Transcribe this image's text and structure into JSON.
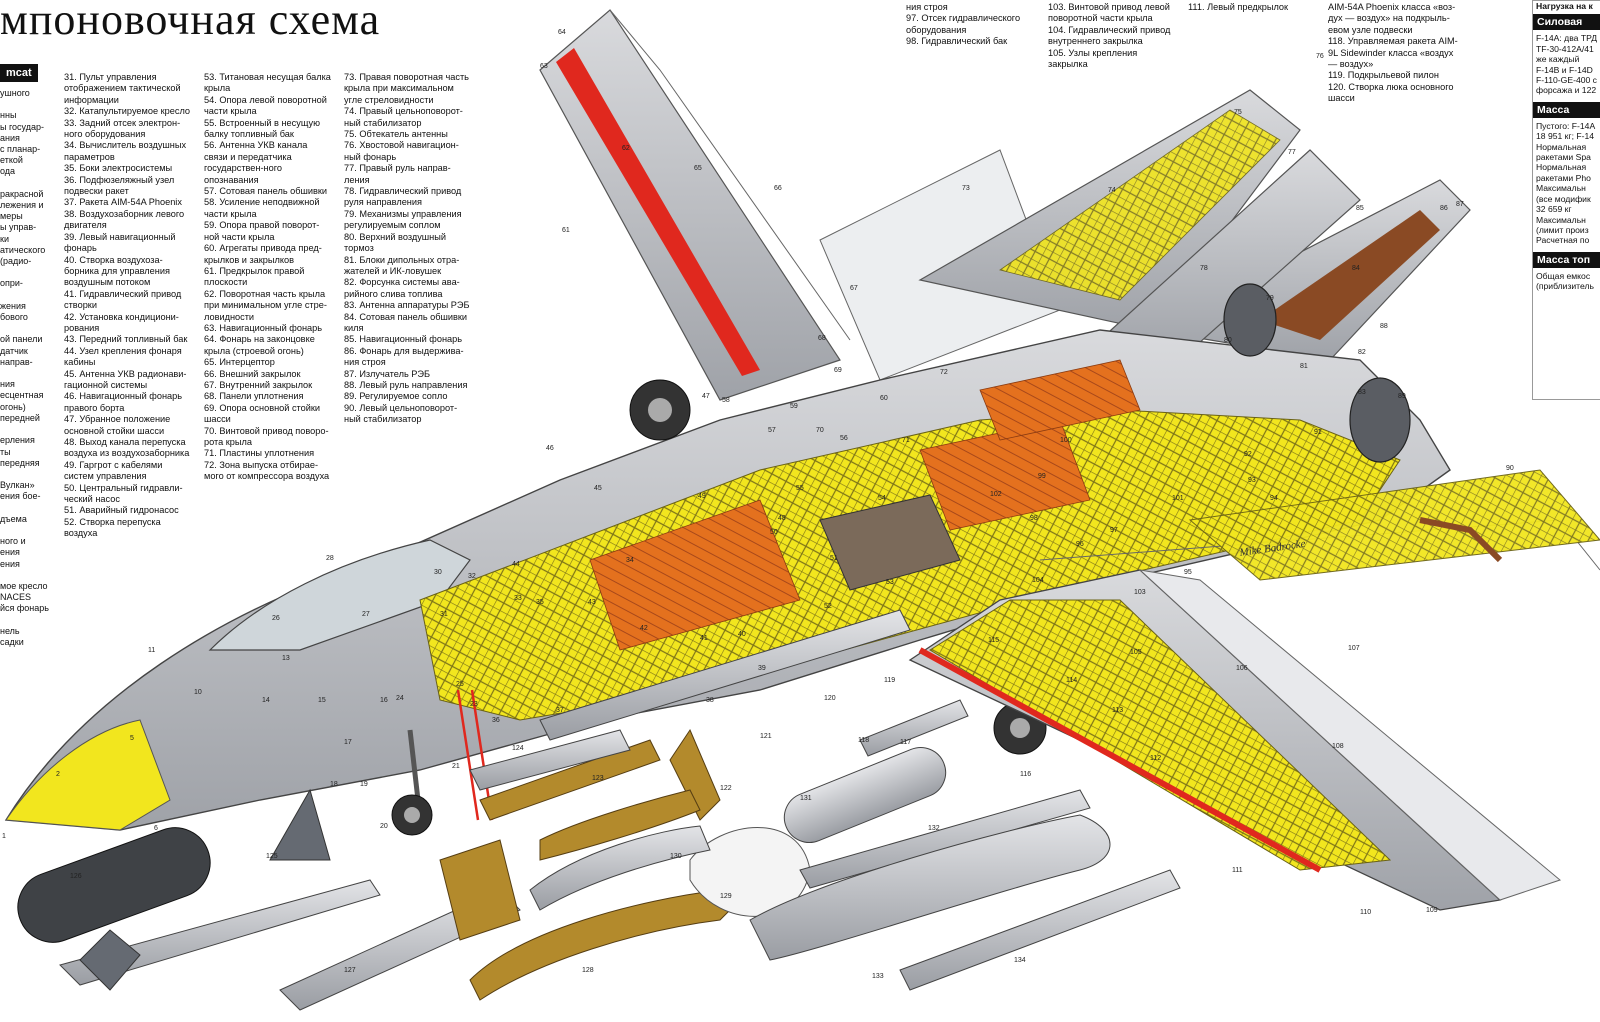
{
  "title": "мпоновочная схема",
  "section_left": "mcat",
  "left_cut_text": [
    "ушного",
    "",
    "нны",
    "ы государ-",
    "ания",
    "с планар-",
    "еткой",
    "ода",
    "",
    "ракрасной",
    "лежения и",
    "меры",
    "ы управ-",
    "ки",
    "атического",
    "(радио-",
    "",
    "опри-",
    "",
    "жения",
    "бового",
    "",
    "ой панели",
    "датчик",
    "направ-",
    "",
    "ния",
    "есцентная",
    "огонь)",
    "передней",
    "",
    "ерления",
    "ты",
    "передняя",
    "",
    "Вулкан»",
    "ения бое-",
    "",
    "дъема",
    "",
    "ного и",
    "ения",
    "ения",
    "",
    "моe кресло",
    "NACES",
    "йся фонарь",
    "",
    "нель",
    "садки"
  ],
  "legend_col_1": [
    "31. Пульт управления отображением тактической информации",
    "32. Катапультируемое кресло",
    "33. Задний отсек электрон-ного оборудования",
    "34. Вычислитель воздушных параметров",
    "35. Боки электросистемы",
    "36. Подфюзеляжный узел подвески ракет",
    "37. Ракета AIM-54A Phoenix",
    "38. Воздухозаборник левого двигателя",
    "39. Левый навигационный фонарь",
    "40. Створка воздухоза-борника для управления воздушным потоком",
    "41. Гидравлический привод створки",
    "42. Установка кондициони-рования",
    "43. Передний топливный бак",
    "44. Узел крепления фонаря кабины",
    "45. Антенна УКВ радионави-гационной системы",
    "46. Навигационный фонарь правого борта",
    "47. Убранное положение основной стойки шасси",
    "48. Выход канала перепуска воздуха из воздухозаборника",
    "49. Гаргрот с кабелями систем управления",
    "50. Центральный гидравли-ческий насос",
    "51. Аварийный гидронасос",
    "52. Створка перепуска воздуха"
  ],
  "legend_col_2": [
    "53. Титановая несущая балка крыла",
    "54. Опора левой поворотной части крыла",
    "55. Встроенный в несущую балку топливный бак",
    "56. Антенна УКВ канала связи и передатчика государствен-ного опознавания",
    "57. Сотовая панель обшивки",
    "58. Усиление неподвижной части крыла",
    "59. Опора правой поворот-ной части крыла",
    "60. Агрегаты привода пред-крылков и закрылков",
    "61. Предкрылок правой плоскости",
    "62. Поворотная часть крыла при минимальном угле стре-ловидности",
    "63. Навигационный фонарь",
    "64. Фонарь на законцовке крыла (строевой огонь)",
    "65. Интерцептор",
    "66. Внешний закрылок",
    "67. Внутренний закрылок",
    "68. Панели уплотнения",
    "69. Опора основной стойки шасси",
    "70. Винтовой привод поворо-рота крыла",
    "71. Пластины уплотнения",
    "72. Зона выпуска отбирае-мого от компрессора воздуха"
  ],
  "legend_col_3": [
    "73. Правая поворотная часть крыла при максимальном угле стреловидности",
    "74. Правый цельноповорот-ный стабилизатор",
    "75. Обтекатель антенны",
    "76. Хвостовой навигацион-ный фонарь",
    "77. Правый руль направ-ления",
    "78. Гидравлический привод руля направления",
    "79. Механизмы управления регулируемым соплом",
    "80. Верхний воздушный тормоз",
    "81. Блоки дипольных отра-жателей и ИК-ловушек",
    "82. Форсунка системы ава-рийного слива топлива",
    "83. Антенна аппаратуры РЭБ",
    "84. Сотовая панель обшивки киля",
    "85. Навигационный фонарь",
    "86. Фонарь для выдержива-ния строя",
    "87. Излучатель РЭБ",
    "88. Левый руль направления",
    "89. Регулируемое сопло",
    "90. Левый цельноповорот-ный стабилизатор"
  ],
  "legend_top_1": [
    "ния строя",
    "97. Отсек гидравлического оборудования",
    "98. Гидравлический бак"
  ],
  "legend_top_2": [
    "103. Винтовой привод левой поворотной части крыла",
    "104. Гидравлический привод внутреннего закрылка",
    "105. Узлы крепления закрылка"
  ],
  "legend_top_3": [
    "111. Левый предкрылок"
  ],
  "legend_top_4": [
    "AIM-54A Phoenix класса «воз-дух — воздух» на подкрыль-евом узле подвески",
    "118. Управляемая ракета AIM-9L Sidewinder класса «воздух — воздух»",
    "119. Подкрыльевой пилон",
    "120. Створка люка основного шасси"
  ],
  "right_box": {
    "top_line": "Нагрузка на к",
    "power_header": "Силовая",
    "power_text": "F-14A: два ТРД TF-30-412A/41 же каждый\nF-14B и F-14D F-110-GE-400 с форсажа и 122",
    "mass_header": "Масса",
    "mass_text": "Пустого: F-14A 18 951 кг; F-14\nНормальная ракетами Spa\nНормальная ракетами Pho\nМаксимальн (все модифик 32 659 кг\nМаксимальн (лимит произ\nРасчетная по",
    "fuel_header": "Масса топ",
    "fuel_text": "Общая емкос (приблизитель"
  },
  "callouts": [
    "1",
    "2",
    "5",
    "6",
    "10",
    "11",
    "13",
    "14",
    "15",
    "16",
    "17",
    "18",
    "19",
    "20",
    "21",
    "23",
    "24",
    "25",
    "26",
    "27",
    "28",
    "30",
    "31",
    "32",
    "33",
    "34",
    "35",
    "36",
    "37",
    "38",
    "39",
    "40",
    "41",
    "42",
    "43",
    "44",
    "45",
    "46",
    "47",
    "48",
    "49",
    "50",
    "51",
    "52",
    "53",
    "54",
    "55",
    "56",
    "57",
    "58",
    "59",
    "60",
    "61",
    "62",
    "63",
    "64",
    "65",
    "66",
    "67",
    "68",
    "69",
    "70",
    "71",
    "72",
    "73",
    "74",
    "75",
    "76",
    "77",
    "78",
    "79",
    "80",
    "81",
    "82",
    "83",
    "84",
    "85",
    "86",
    "87",
    "88",
    "89",
    "90",
    "91",
    "92",
    "93",
    "94",
    "95",
    "96",
    "97",
    "98",
    "99",
    "100",
    "101",
    "102",
    "103",
    "104",
    "105",
    "106",
    "107",
    "108",
    "109",
    "110",
    "111",
    "112",
    "113",
    "114",
    "115",
    "116",
    "117",
    "118",
    "119",
    "120",
    "121",
    "122",
    "123",
    "124",
    "125",
    "126",
    "127",
    "128",
    "129",
    "130",
    "131",
    "132",
    "133",
    "134"
  ],
  "signature": "Mike Badrocke",
  "colors": {
    "skin": "#c4c5c9",
    "skin_dark": "#8d9096",
    "structure": "#f2e61e",
    "fuel": "#e4711e",
    "red": "#e0281e",
    "brown": "#8a4a24",
    "bomb": "#b38a2c"
  }
}
